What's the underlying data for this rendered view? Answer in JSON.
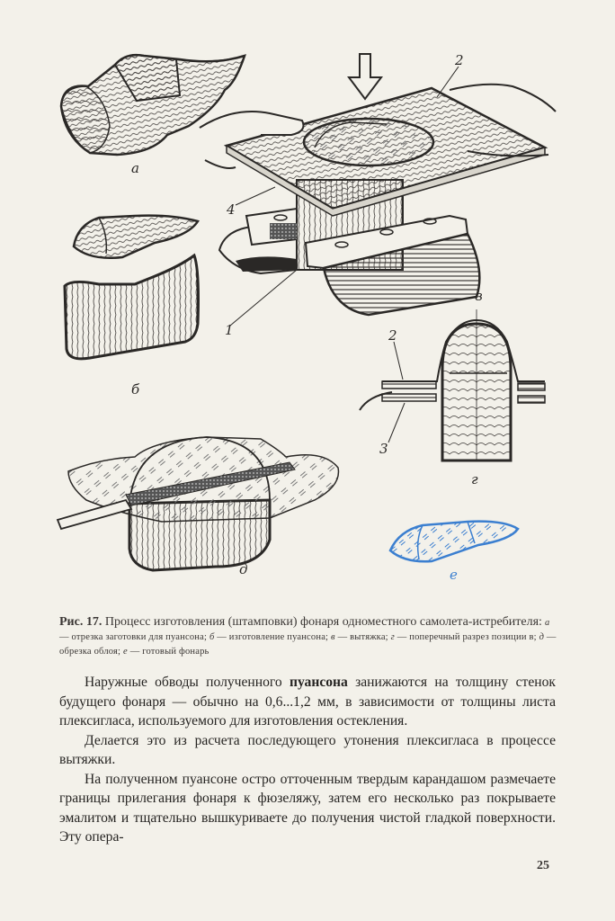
{
  "figure": {
    "panels": [
      {
        "id": "a",
        "label": "а",
        "description": "wooden blank cut for the punch"
      },
      {
        "id": "b",
        "label": "б",
        "description": "making the punch"
      },
      {
        "id": "v",
        "label": "в",
        "description": "drawing (stretching) in the press"
      },
      {
        "id": "g",
        "label": "г",
        "description": "cross section of position в"
      },
      {
        "id": "d",
        "label": "д",
        "description": "trimming the flash with a file"
      },
      {
        "id": "e",
        "label": "е",
        "description": "finished canopy",
        "color": "#3b7fd0"
      }
    ],
    "callouts": [
      "1",
      "2",
      "3",
      "4",
      "2",
      "3"
    ],
    "callout_labels": {
      "v_1": "1",
      "v_2": "2",
      "v_4": "4",
      "g_2": "2",
      "g_3": "3"
    }
  },
  "caption": {
    "prefix": "Рис. 17.",
    "title": "Процесс изготовления (штамповки) фонаря одноместного самолета-истребителя:",
    "items": [
      {
        "key": "а",
        "text": "отрезка заготовки для пуансона;"
      },
      {
        "key": "б",
        "text": "изготовление пуансона;"
      },
      {
        "key": "в",
        "text": "вытяжка;"
      },
      {
        "key": "г",
        "text": "поперечный разрез позиции в;"
      },
      {
        "key": "д",
        "text": "обрезка облоя;"
      },
      {
        "key": "е",
        "text": "готовый фонарь"
      }
    ],
    "dash": " — "
  },
  "body": {
    "p1_before": "Наружные обводы полученного ",
    "p1_bold": "пуансона",
    "p1_after": " занижаются на толщину стенок будущего фонаря — обычно на 0,6...1,2 мм, в зависимости от толщины листа плексигласа, используемого для изготовления остекления.",
    "p2": "Делается это из расчета последующего утонения плексигласа в процессе вытяжки.",
    "p3": "На полученном пуансоне остро отточенным твердым карандашом размечаете границы прилегания фонаря к фюзеляжу, затем его несколько раз покрываете эмалитом и тщательно вышкуриваете до получения чистой гладкой поверхности. Эту опера-"
  },
  "page_number": "25",
  "colors": {
    "paper": "#f3f1ea",
    "ink": "#2a2826",
    "accent_blue": "#3b7fd0"
  }
}
